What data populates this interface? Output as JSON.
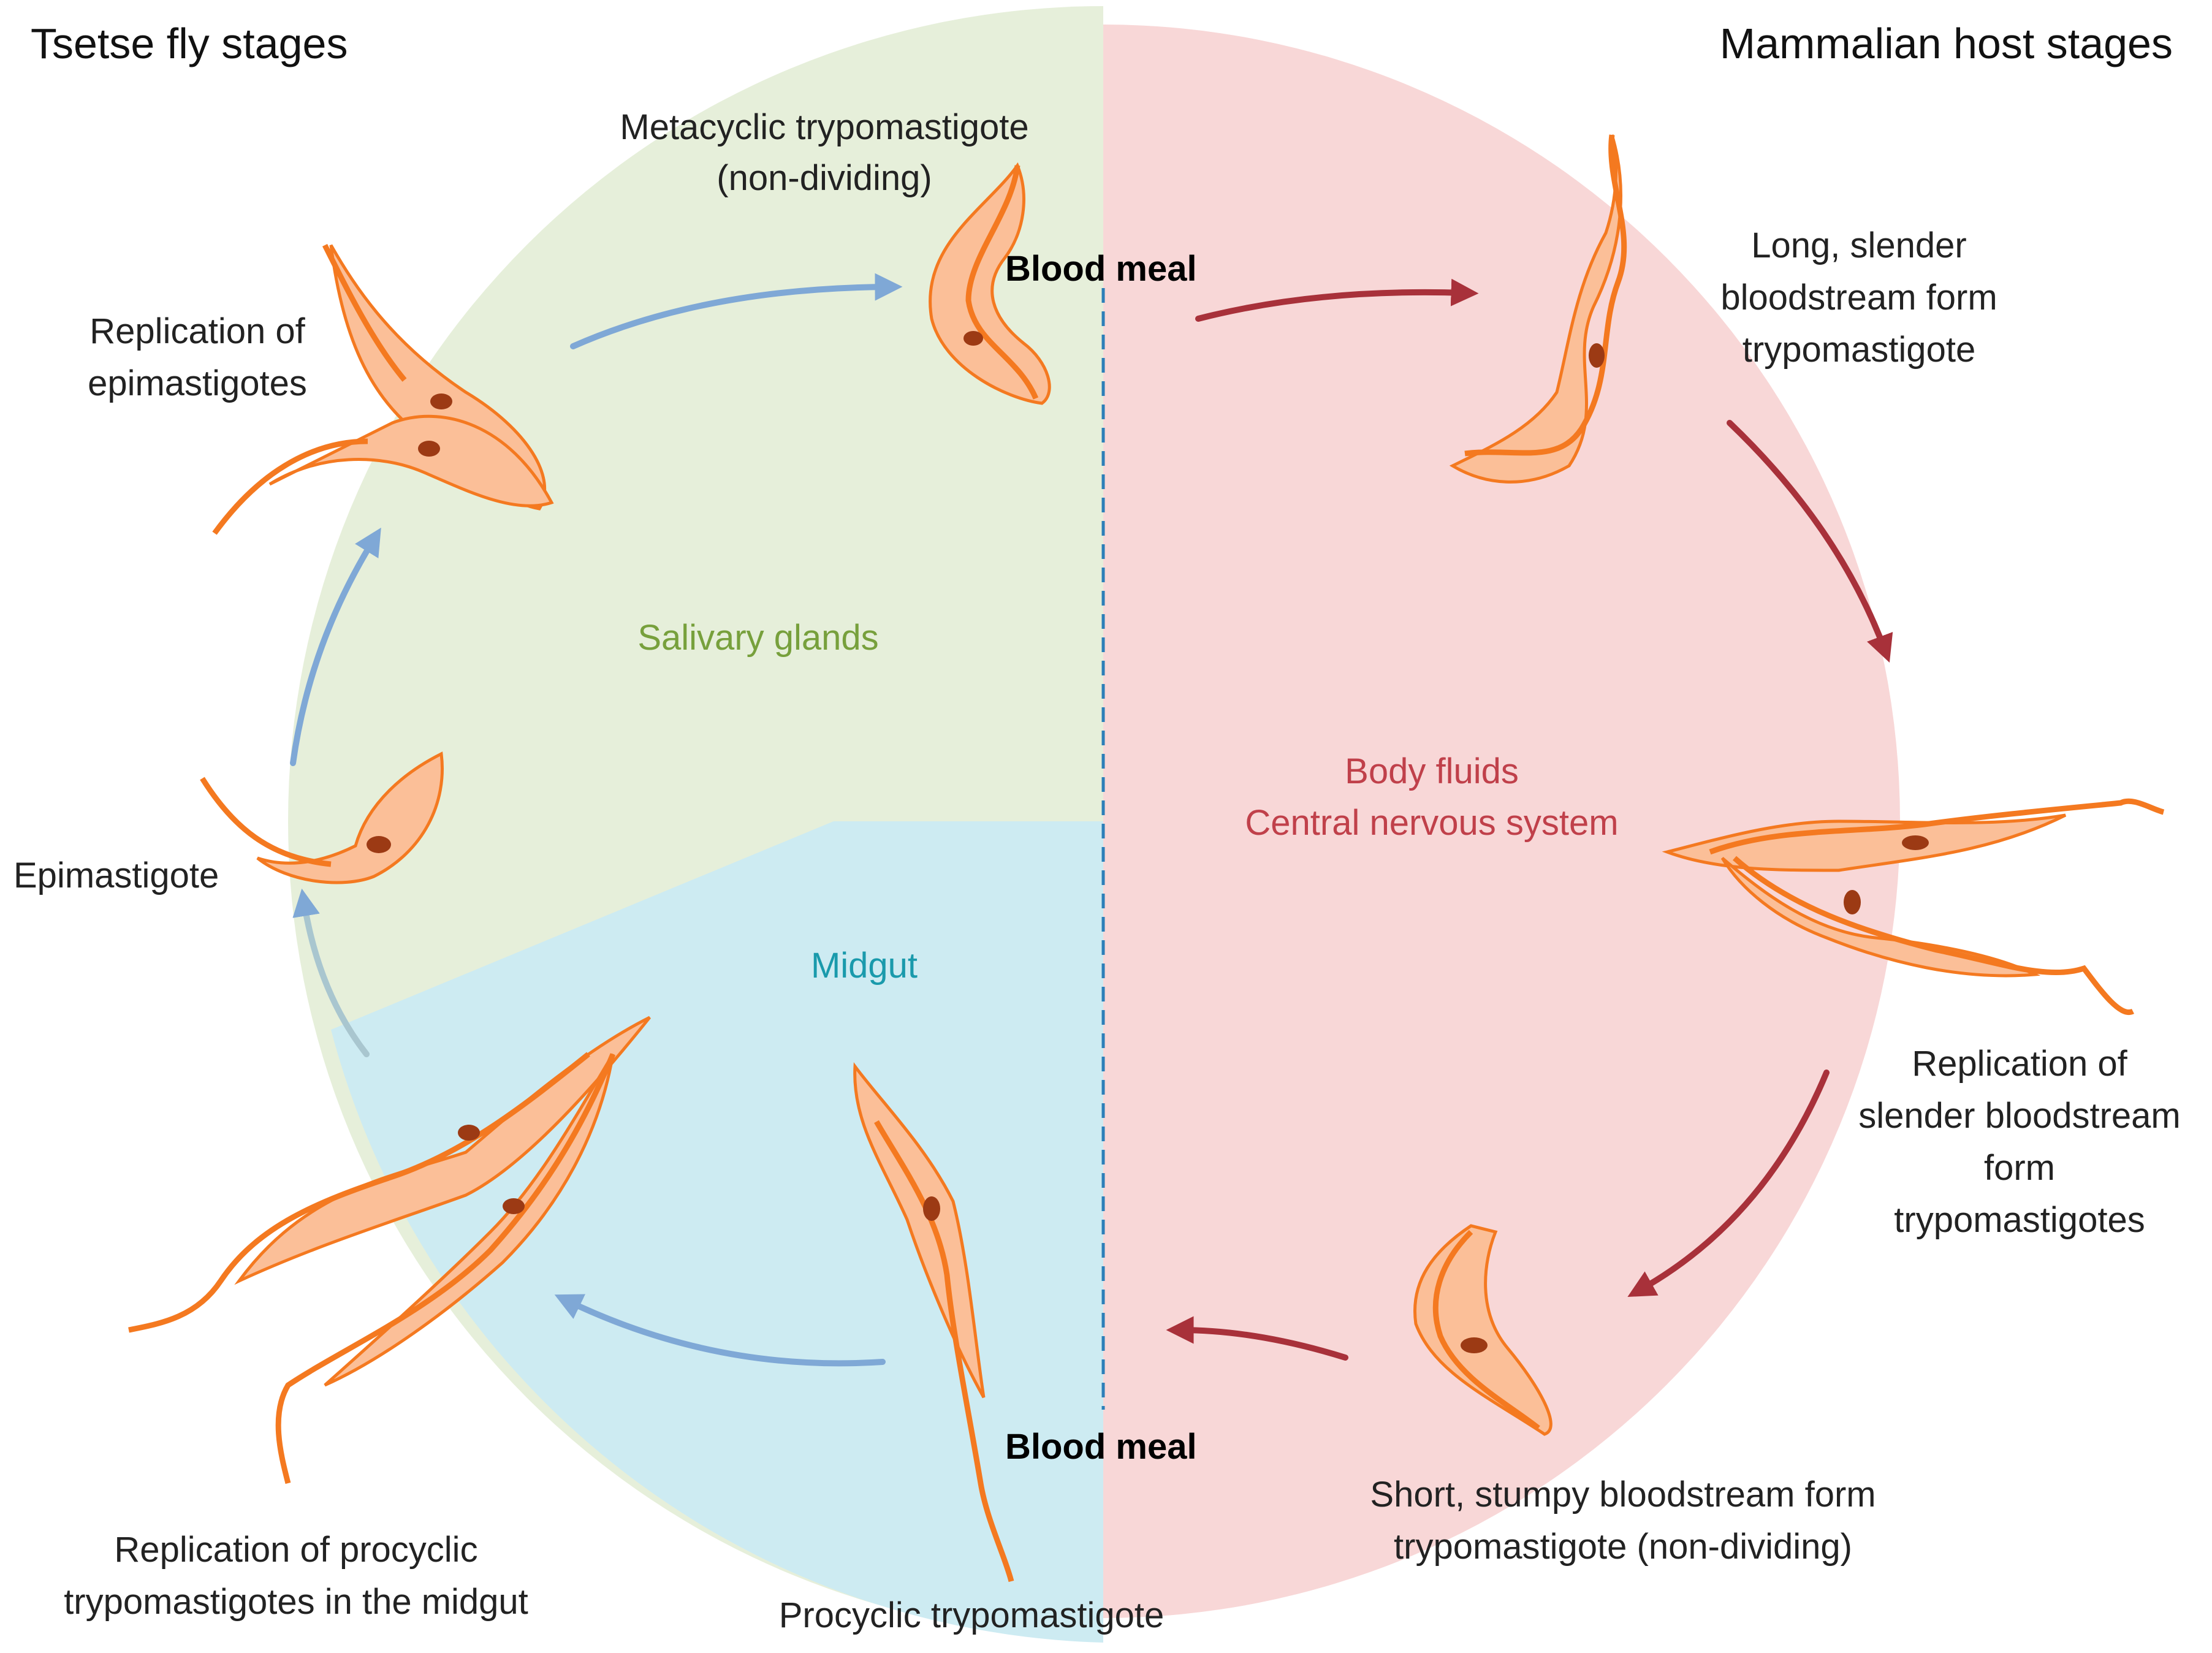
{
  "headers": {
    "left": "Tsetse fly stages",
    "right": "Mammalian host stages"
  },
  "regions": {
    "salivary": "Salivary glands",
    "midgut": "Midgut",
    "host_line1": "Body fluids",
    "host_line2": "Central nervous system"
  },
  "blood_meal": {
    "top": "Blood meal",
    "bottom": "Blood meal"
  },
  "stages": {
    "metacyclic": [
      "Metacyclic trypomastigote",
      "(non-dividing)"
    ],
    "replication_epi": [
      "Replication of",
      "epimastigotes"
    ],
    "epimastigote": [
      "Epimastigote"
    ],
    "replication_procyclic": [
      "Replication of procyclic",
      "trypomastigotes in the midgut"
    ],
    "procyclic": [
      "Procyclic trypomastigote"
    ],
    "long_slender": [
      "Long, slender",
      "bloodstream form",
      "trypomastigote"
    ],
    "replication_slender": [
      "Replication of",
      "slender bloodstream",
      "form",
      "trypomastigotes"
    ],
    "short_stumpy": [
      "Short, stumpy bloodstream form",
      "trypomastigote (non-dividing)"
    ]
  },
  "colors": {
    "salivary_fill": "#e6efda",
    "midgut_fill": "#cdebf2",
    "host_fill": "#f8d7d7",
    "salivary_text": "#77a03c",
    "midgut_text": "#1a9aac",
    "host_text": "#c0404a",
    "fly_arrow": "#7fa8d6",
    "host_arrow": "#a8313a",
    "divider": "#2c7fb8",
    "parasite_body": "#fbbf98",
    "parasite_edge": "#f47920",
    "nucleus": "#9c3a14"
  }
}
